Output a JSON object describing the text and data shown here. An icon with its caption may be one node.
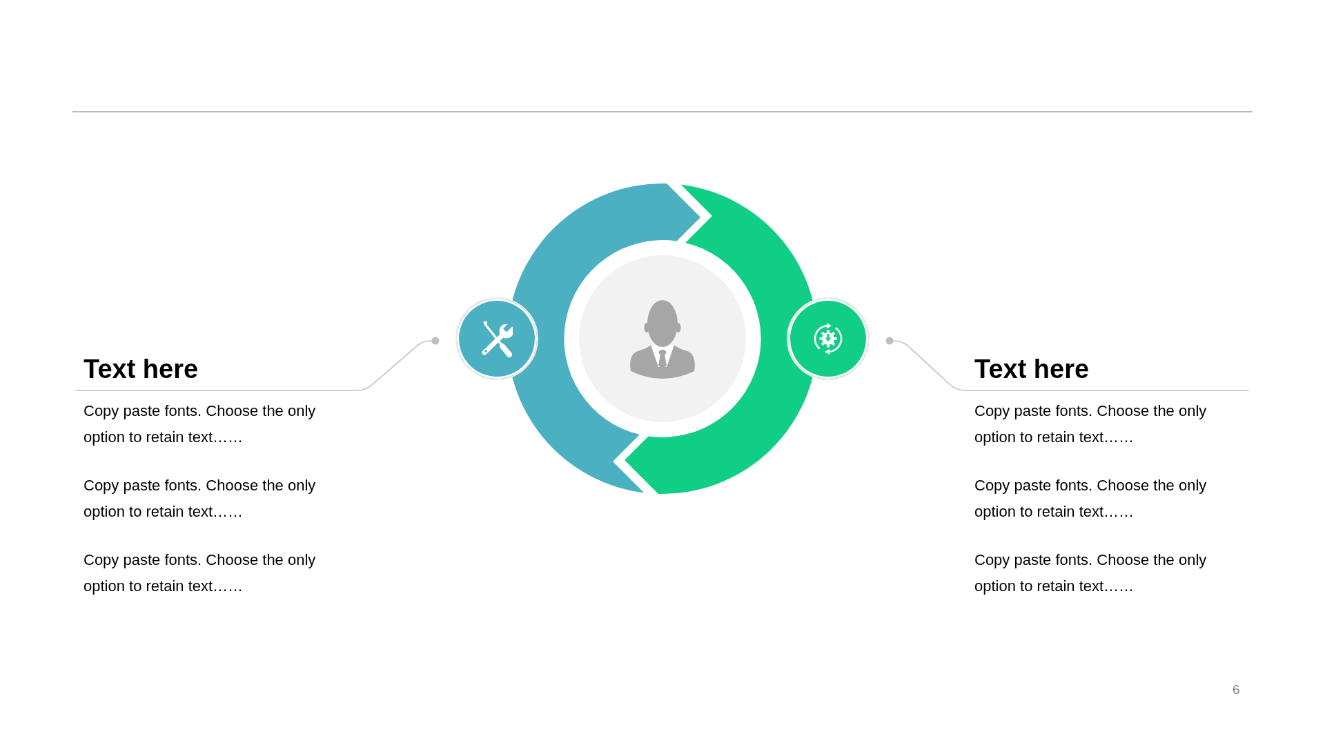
{
  "diagram": {
    "nodes": [
      {
        "text": [
          "Text here",
          "Copy paste fonts. Choose the only option to retain text……",
          "Copy paste fonts. Choose the only option to retain text……",
          "Copy paste fonts. Choose the only option to retain text……"
        ]
      },
      {
        "text": [],
        "shape": "circle"
      },
      {
        "text": [],
        "shape": "circle"
      },
      {
        "text": [
          "Text here",
          "Copy paste fonts. Choose the only option to retain text……",
          "Copy paste fonts. Choose the only option to retain text……",
          "Copy paste fonts. Choose the only option to retain text……"
        ]
      }
    ],
    "edges": [
      {
        "from": 0,
        "to": 1,
        "arrow": "other"
      },
      {
        "from": 3,
        "to": 2,
        "arrow": "other"
      }
    ],
    "labels": [
      "6"
    ]
  }
}
